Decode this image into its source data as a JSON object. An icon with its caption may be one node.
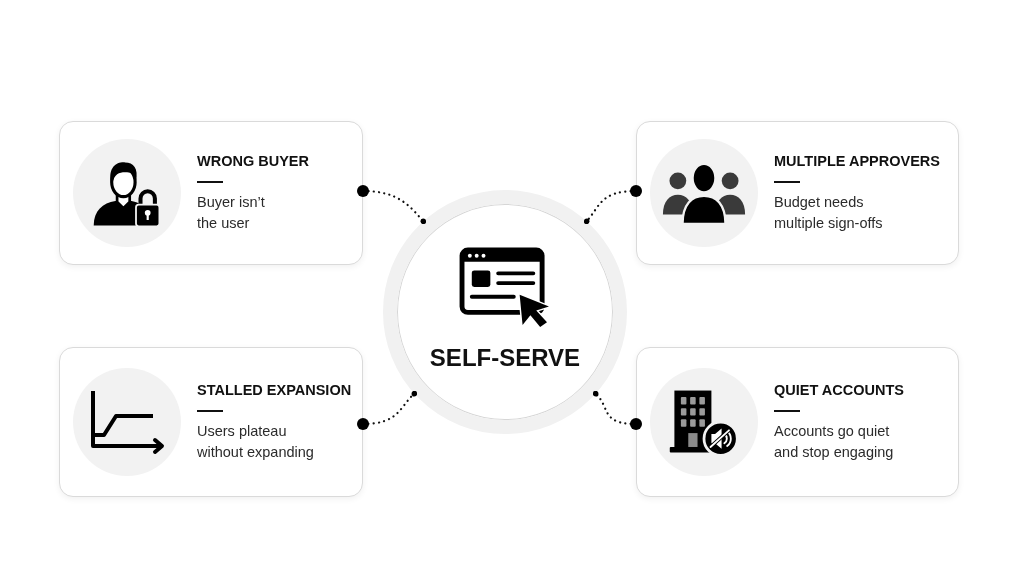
{
  "diagram": {
    "nodes": [
      {
        "text": [
          "WRONG BUYER",
          "Buyer isn’t the user"
        ]
      },
      {
        "text": [
          "MULTIPLE APPROVERS",
          "Budget needs multiple sign-offs"
        ]
      },
      {
        "text": [
          "SELF-SERVE"
        ]
      },
      {
        "text": [
          "STALLED EXPANSION",
          "Users plateau without expanding"
        ]
      },
      {
        "text": [
          "QUIET ACCOUNTS",
          "Accounts go quiet and stop engaging"
        ]
      }
    ],
    "edges": [
      {
        "from": 0,
        "to": 2,
        "arrow": "other",
        "style": "dashed"
      },
      {
        "from": 1,
        "to": 2,
        "arrow": "other",
        "style": "dashed"
      },
      {
        "from": 3,
        "to": 2,
        "arrow": "other",
        "style": "dashed"
      },
      {
        "from": 4,
        "to": 2,
        "arrow": "other",
        "style": "dashed"
      }
    ]
  }
}
